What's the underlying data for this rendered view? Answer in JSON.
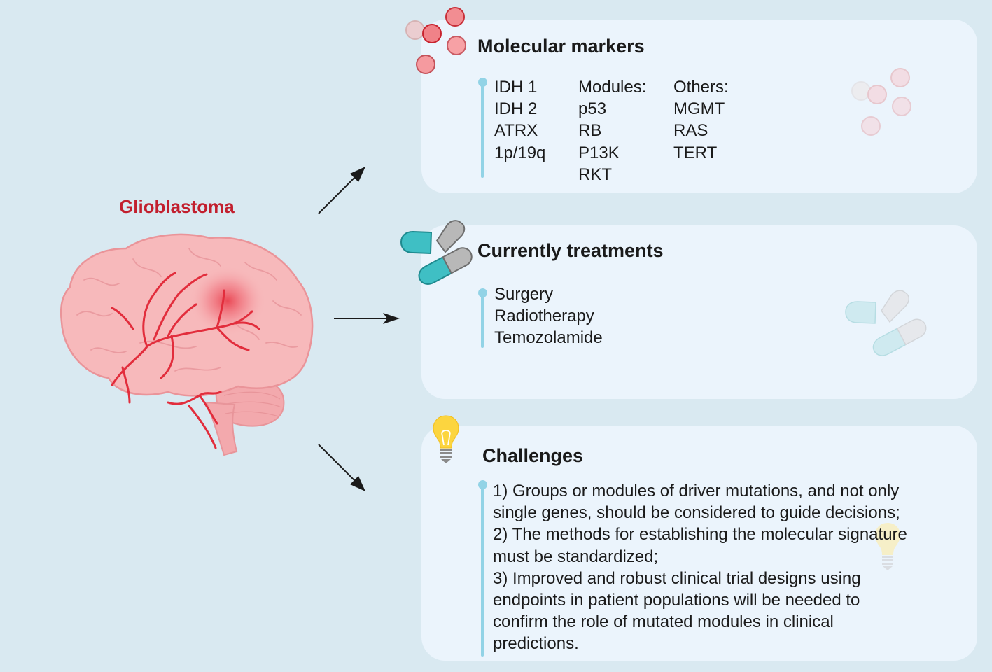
{
  "figure": {
    "subject_label": "Glioblastoma",
    "colors": {
      "background": "#d9e9f1",
      "panel": "#ebf4fc",
      "accent_line": "#92d3e6",
      "subject_label": "#c21f2e",
      "brain_fill": "#f7b9bb",
      "vessel": "#e22d3c",
      "capsule_teal": "#3fbfc4",
      "capsule_gray": "#b8b8b8",
      "bulb_yellow": "#fcd53f"
    }
  },
  "panels": {
    "molecular_markers": {
      "title": "Molecular markers",
      "icon": "molecule-cluster-icon",
      "columns": [
        {
          "items": [
            "IDH 1",
            "IDH 2",
            "ATRX",
            "1p/19q"
          ]
        },
        {
          "items": [
            "Modules:",
            "p53",
            "RB",
            "P13K",
            "RKT"
          ]
        },
        {
          "items": [
            "Others:",
            "MGMT",
            "RAS",
            "TERT"
          ]
        }
      ]
    },
    "treatments": {
      "title": "Currently treatments",
      "icon": "capsule-pills-icon",
      "items": [
        "Surgery",
        "Radiotherapy",
        "Temozolamide"
      ]
    },
    "challenges": {
      "title": "Challenges",
      "icon": "lightbulb-icon",
      "lines": [
        "1) Groups or modules of driver mutations, and not only",
        "single genes, should be considered to guide decisions;",
        "2) The methods for establishing the molecular signature",
        "must be standardized;",
        "3) Improved and robust clinical trial designs using",
        "endpoints in patient populations will be needed to",
        "confirm the role of mutated modules in clinical",
        "predictions."
      ]
    }
  }
}
